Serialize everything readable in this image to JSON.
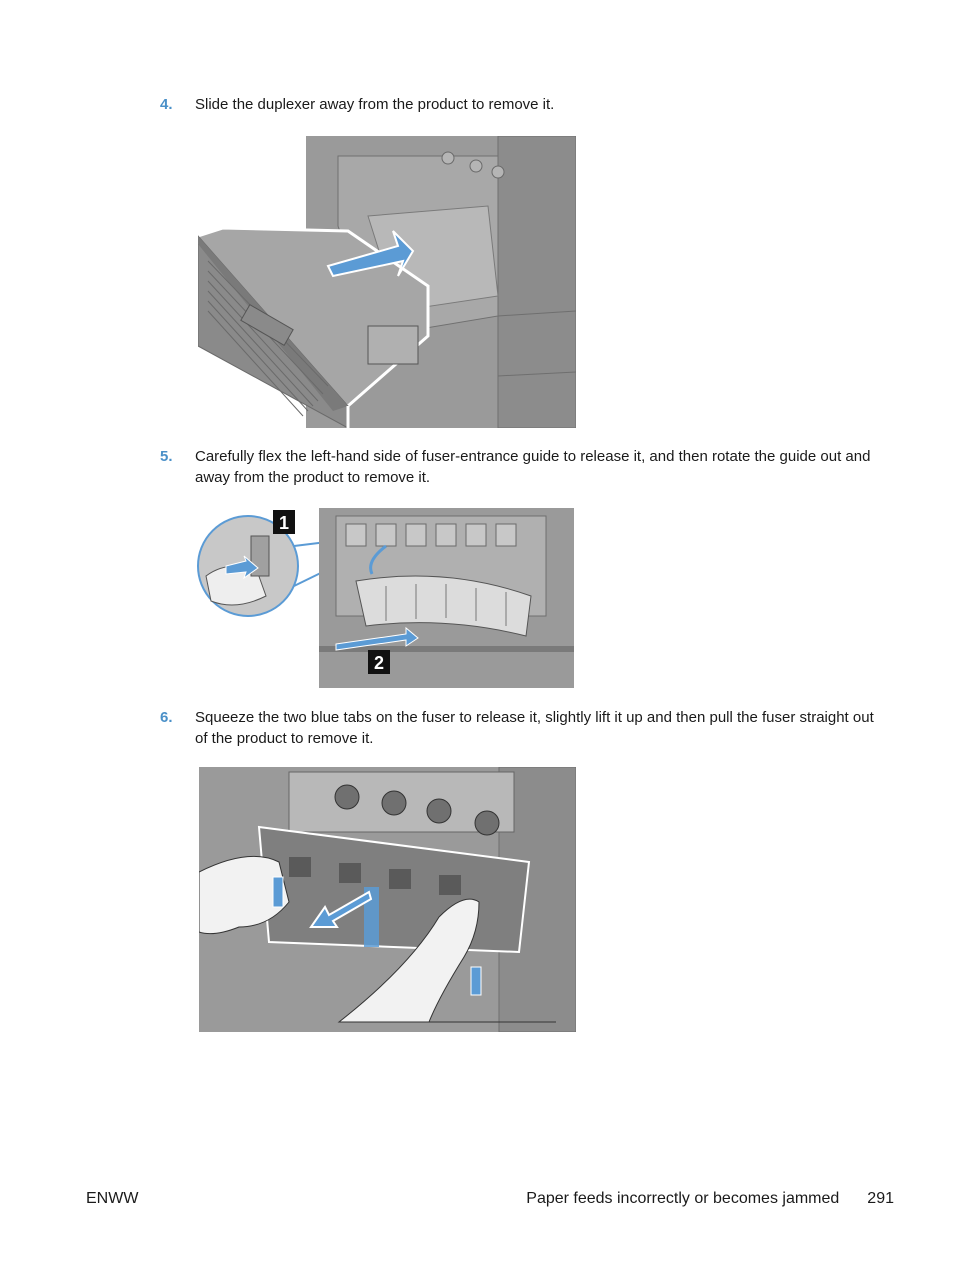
{
  "steps": [
    {
      "number": "4.",
      "text": "Slide the duplexer away from the product to remove it."
    },
    {
      "number": "5.",
      "text": "Carefully flex the left-hand side of fuser-entrance guide to release it, and then rotate the guide out and away from the product to remove it."
    },
    {
      "number": "6.",
      "text": "Squeeze the two blue tabs on the fuser to release it, slightly lift it up and then pull the fuser straight out of the product to remove it."
    }
  ],
  "callouts": {
    "one": "1",
    "two": "2"
  },
  "footer": {
    "left": "ENWW",
    "section": "Paper feeds incorrectly or becomes jammed",
    "page": "291"
  },
  "colors": {
    "accent": "#4a90c8",
    "arrow": "#5b9bd5",
    "machine": "#9a9a9a"
  }
}
